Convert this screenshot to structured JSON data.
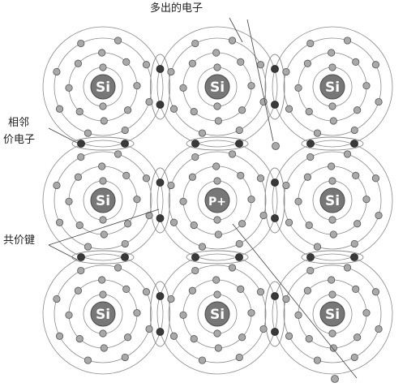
{
  "annotations": {
    "extra_electron": "多出的电子",
    "adjacent_line1": "相邻",
    "adjacent_line2": "价电子",
    "covalent_bond": "共价键"
  },
  "atoms": [
    {
      "label": "Si"
    },
    {
      "label": "Si"
    },
    {
      "label": "Si"
    },
    {
      "label": "Si"
    },
    {
      "label": "P+"
    },
    {
      "label": "Si"
    },
    {
      "label": "Si"
    },
    {
      "label": "Si"
    },
    {
      "label": "Si"
    }
  ],
  "colors": {
    "nucleus": "#777777",
    "electron_inner": "#a9a9a9",
    "electron_bonded": "#3a3a3a",
    "orbit": "#8a8a8a"
  }
}
